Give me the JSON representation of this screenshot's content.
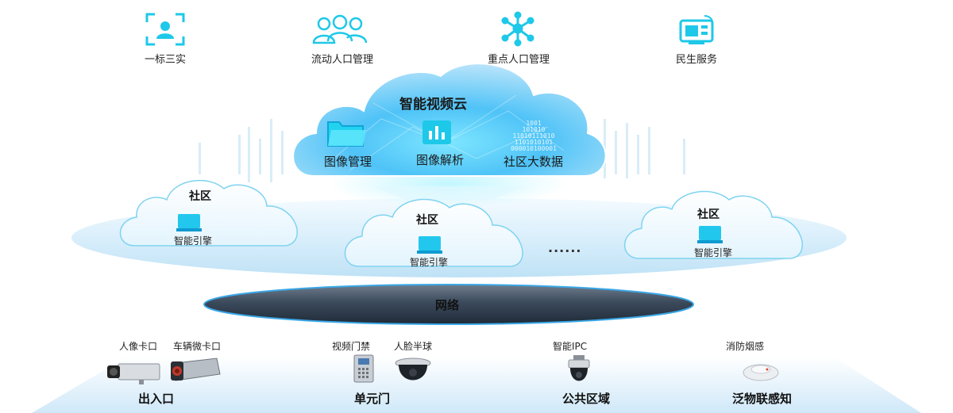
{
  "top_services": [
    {
      "label": "一标三实",
      "icon": "person-frame-icon"
    },
    {
      "label": "流动人口管理",
      "icon": "people-group-icon"
    },
    {
      "label": "重点人口管理",
      "icon": "network-node-icon"
    },
    {
      "label": "民生服务",
      "icon": "service-terminal-icon"
    }
  ],
  "video_cloud": {
    "title": "智能视频云",
    "modules": [
      {
        "label": "图像管理",
        "icon": "folder-icon"
      },
      {
        "label": "图像解析",
        "icon": "bar-chart-icon"
      },
      {
        "label": "社区大数据",
        "icon": "binary-data-icon"
      }
    ],
    "binary_text": [
      "1001",
      "101010",
      "11010111010",
      "1101010101",
      "000010100001"
    ]
  },
  "communities": [
    {
      "title": "社区",
      "sub": "智能引擎"
    },
    {
      "title": "社区",
      "sub": "智能引擎"
    },
    {
      "title": "社区",
      "sub": "智能引擎"
    }
  ],
  "ellipsis": "......",
  "network": {
    "label": "网络"
  },
  "devices": {
    "face_checkpoint": "人像卡口",
    "vehicle_checkpoint": "车辆微卡口",
    "video_access": "视频门禁",
    "face_dome": "人脸半球",
    "smart_ipc": "智能IPC",
    "smoke_sensor": "消防烟感"
  },
  "zones": {
    "entrance": "出入口",
    "unit_door": "单元门",
    "public_area": "公共区域",
    "iot": "泛物联感知"
  },
  "colors": {
    "accent": "#1ec8e8",
    "cloud_deep": "#3fb6f0",
    "cloud_light": "#dff3fc",
    "network_dark": "#3b4a5c"
  }
}
